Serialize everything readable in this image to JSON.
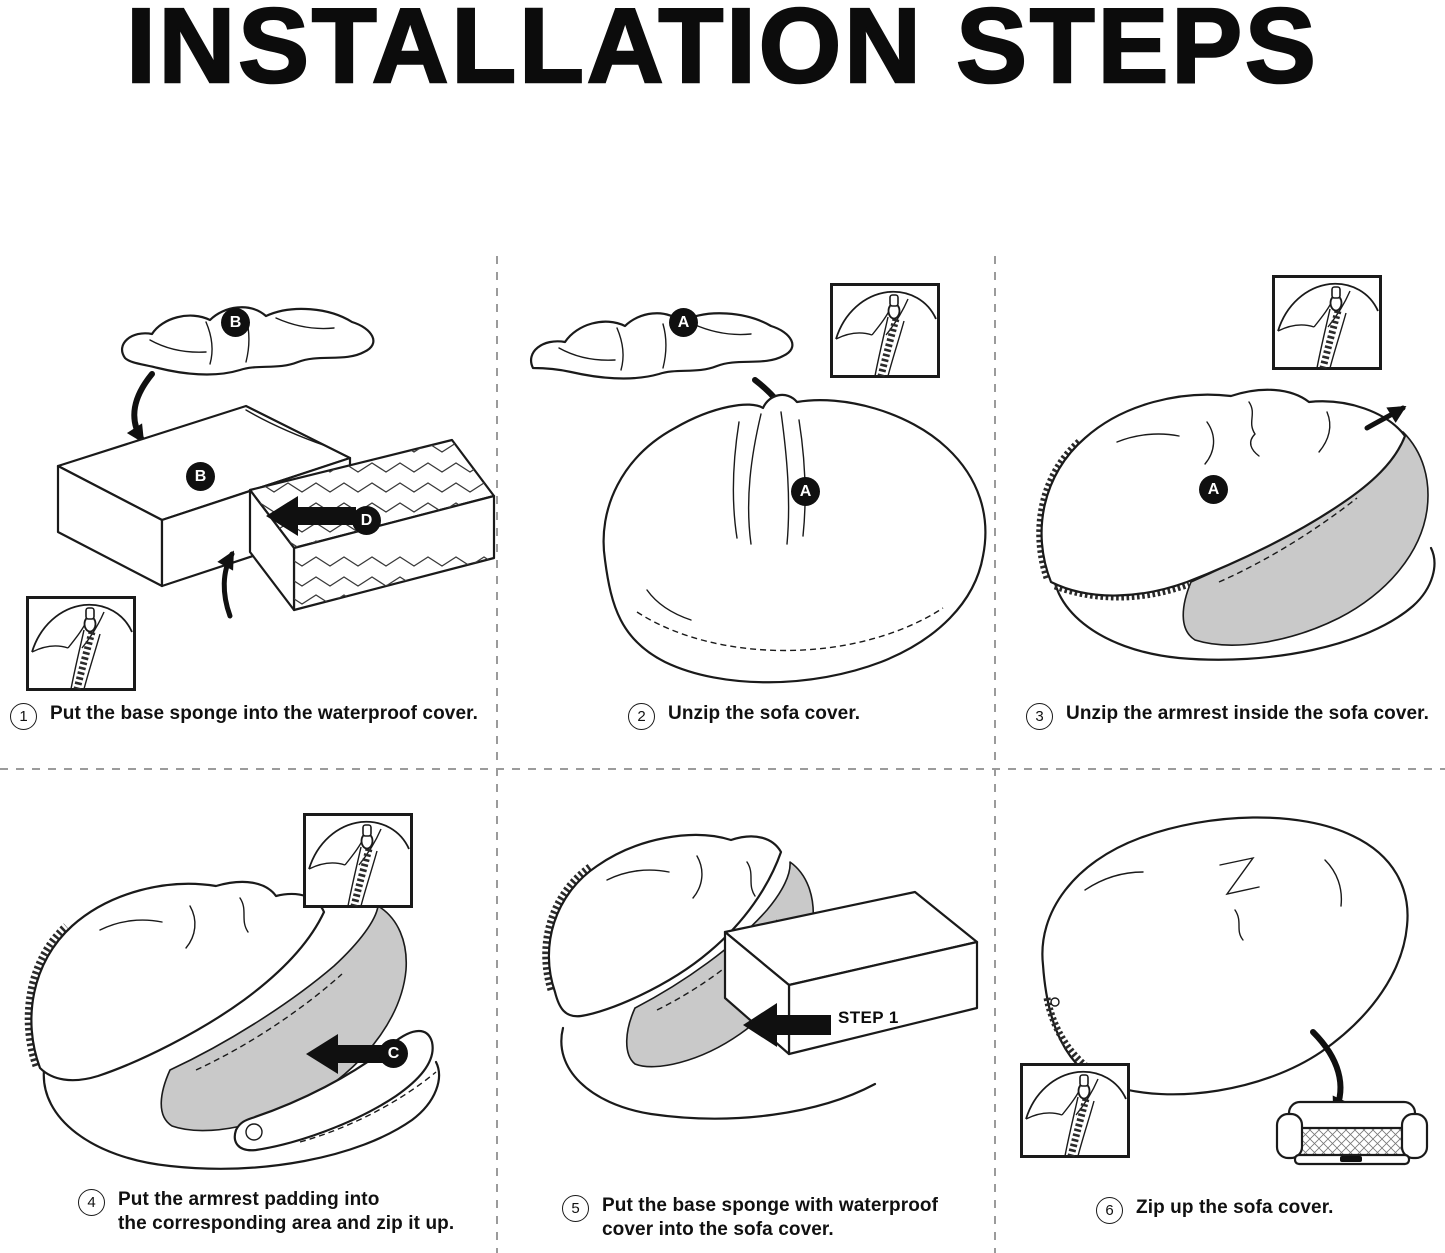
{
  "title": "INSTALLATION STEPS",
  "steps": [
    {
      "num": "1",
      "caption": "Put the base sponge into the waterproof cover."
    },
    {
      "num": "2",
      "caption": "Unzip the sofa cover."
    },
    {
      "num": "3",
      "caption": "Unzip the armrest inside the sofa cover."
    },
    {
      "num": "4",
      "caption": "Put the armrest padding into\nthe corresponding area and zip it up."
    },
    {
      "num": "5",
      "caption": "Put the base sponge with waterproof\ncover into the sofa cover."
    },
    {
      "num": "6",
      "caption": "Zip up the sofa cover."
    }
  ],
  "badges": {
    "step1_cover": "B",
    "step1_base": "B",
    "step1_insert_arrow": "D",
    "step2_cover": "A",
    "step2_sofa": "A",
    "step3_armrest": "A",
    "step4_insert_arrow": "C"
  },
  "labels": {
    "step5_arrow": "STEP 1"
  },
  "icons": {
    "zipper_inset": "zipper-detail-inset",
    "curved_arrow": "direction-arrow",
    "block_arrow": "insert-arrow"
  },
  "colors": {
    "ink": "#1a1a1a",
    "inner_fabric": "#c9c9c9",
    "divider": "#9b9b9b"
  }
}
